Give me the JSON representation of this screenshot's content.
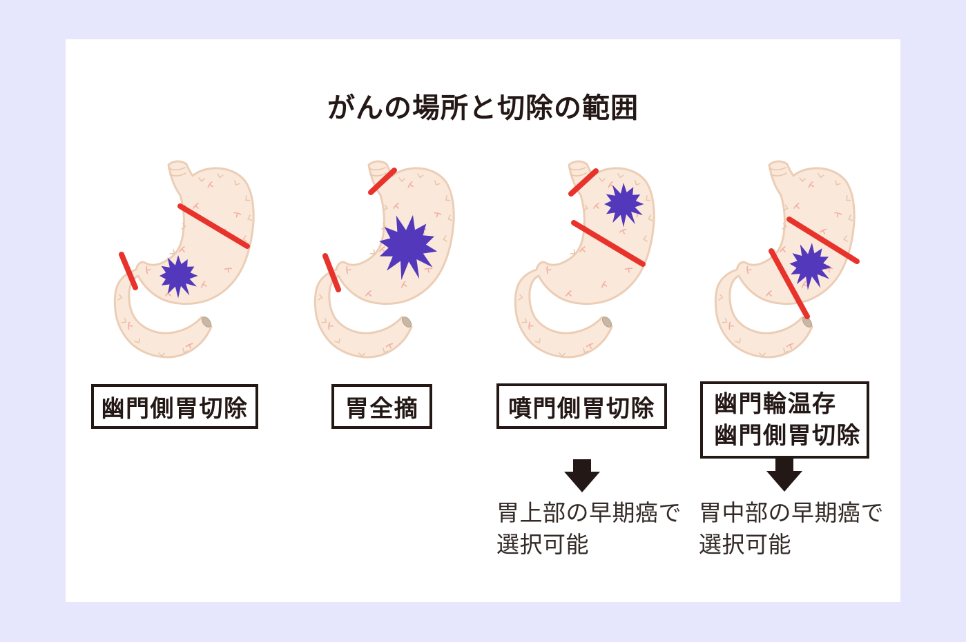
{
  "title": "がんの場所と切除の範囲",
  "panels": [
    {
      "label": "幽門側胃切除"
    },
    {
      "label": "胃全摘"
    },
    {
      "label": "噴門側胃切除",
      "note_line1": "胃上部の早期癌で",
      "note_line2": "選択可能"
    },
    {
      "label_line1": "幽門輪温存",
      "label_line2": "幽門側胃切除",
      "note_line1": "胃中部の早期癌で",
      "note_line2": "選択可能"
    }
  ],
  "colors": {
    "page_background": "#E6E6FD",
    "card_background": "#FFFFFF",
    "ink": "#231815",
    "resection_line_red": "#E8332C",
    "tumor_purple": "#5438BC",
    "stomach_fill": "#FAE9DA",
    "stomach_outline": "#ECCDB5"
  }
}
